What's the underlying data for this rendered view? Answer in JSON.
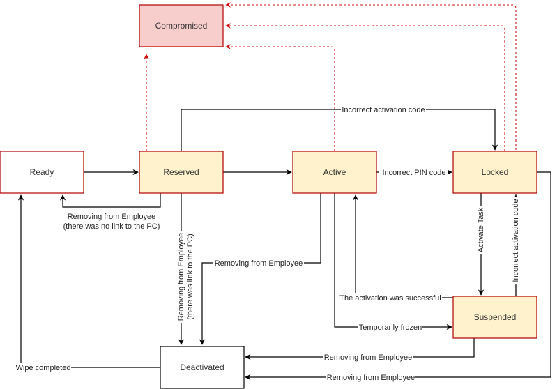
{
  "diagram": {
    "title": "",
    "colors": {
      "state_fill": "#fff2cc",
      "state_stroke": "#b20000",
      "ready_fill": "#ffffff",
      "compromised_fill": "#f8cecc",
      "deactivated_stroke": "#000000",
      "edge": "#000000",
      "compromise_edge": "#cc1111"
    },
    "nodes": [
      {
        "id": "compromised",
        "label": "Compromised",
        "style": "compromised"
      },
      {
        "id": "ready",
        "label": "Ready",
        "style": "ready"
      },
      {
        "id": "reserved",
        "label": "Reserved",
        "style": "state"
      },
      {
        "id": "active",
        "label": "Active",
        "style": "state"
      },
      {
        "id": "locked",
        "label": "Locked",
        "style": "state"
      },
      {
        "id": "suspended",
        "label": "Suspended",
        "style": "state"
      },
      {
        "id": "deactivated",
        "label": "Deactivated",
        "style": "plain"
      }
    ],
    "edges": [
      {
        "id": "ready-reserved",
        "from": "ready",
        "to": "reserved",
        "label": ""
      },
      {
        "id": "reserved-ready",
        "from": "reserved",
        "to": "ready",
        "label": "Removing from Employee",
        "label2": "(there was no link to the PC)"
      },
      {
        "id": "reserved-active",
        "from": "reserved",
        "to": "active",
        "label": ""
      },
      {
        "id": "reserved-locked",
        "from": "reserved",
        "to": "locked",
        "label": "Incorrect activation code"
      },
      {
        "id": "active-locked",
        "from": "active",
        "to": "locked",
        "label": "Incorrect PIN code"
      },
      {
        "id": "reserved-deactivated",
        "from": "reserved",
        "to": "deactivated",
        "label": "Removing from Employee",
        "label2": "(there was link to the PC)"
      },
      {
        "id": "active-deactivated",
        "from": "active",
        "to": "deactivated",
        "label": "Removing from Employee"
      },
      {
        "id": "suspended-active",
        "from": "suspended",
        "to": "active",
        "label": "The activation was successful"
      },
      {
        "id": "active-suspended",
        "from": "active",
        "to": "suspended",
        "label": "Temporarily frozen"
      },
      {
        "id": "locked-suspended",
        "from": "locked",
        "to": "suspended",
        "label": "Activate Task"
      },
      {
        "id": "suspended-locked",
        "from": "suspended",
        "to": "locked",
        "label": "Incorrect activation code"
      },
      {
        "id": "suspended-deactivated",
        "from": "suspended",
        "to": "deactivated",
        "label": "Removing from Employee"
      },
      {
        "id": "locked-deactivated",
        "from": "locked",
        "to": "deactivated",
        "label": "Removing from Employee"
      },
      {
        "id": "deactivated-ready",
        "from": "deactivated",
        "to": "ready",
        "label": "Wipe completed"
      },
      {
        "id": "reserved-compromised",
        "from": "reserved",
        "to": "compromised",
        "label": "",
        "dashed": true
      },
      {
        "id": "active-compromised",
        "from": "active",
        "to": "compromised",
        "label": "",
        "dashed": true
      },
      {
        "id": "locked-compromised",
        "from": "locked",
        "to": "compromised",
        "label": "",
        "dashed": true
      },
      {
        "id": "suspended-compromised",
        "from": "suspended",
        "to": "compromised",
        "label": "",
        "dashed": true
      }
    ]
  }
}
